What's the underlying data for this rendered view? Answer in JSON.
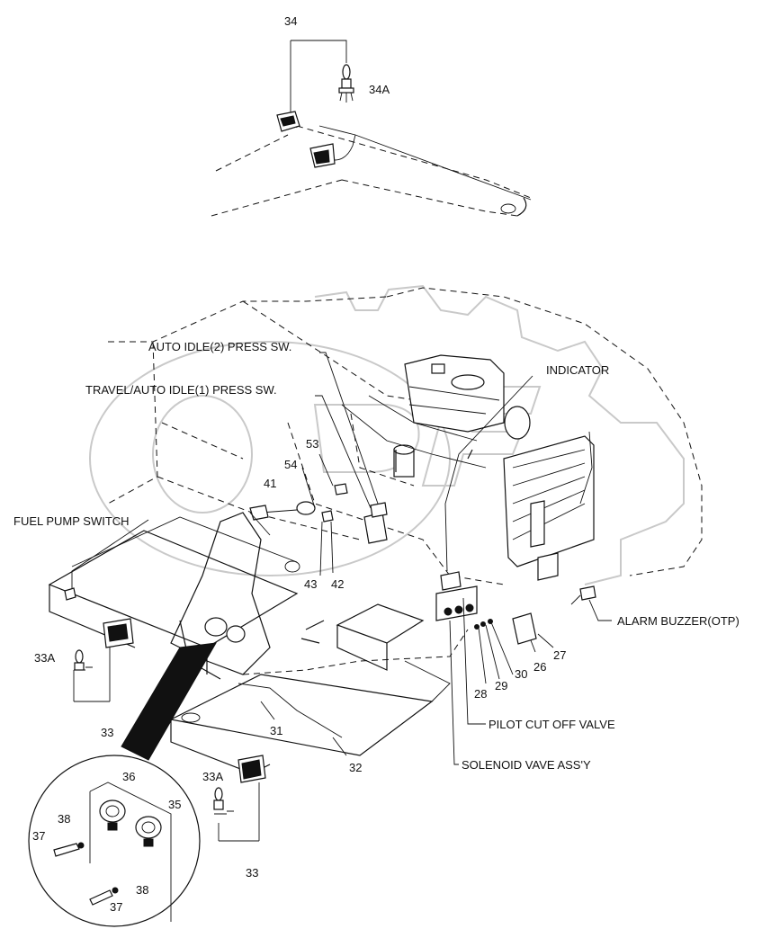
{
  "labels": {
    "auto_idle_2": "AUTO IDLE(2) PRESS SW.",
    "travel_auto_idle_1": "TRAVEL/AUTO IDLE(1) PRESS SW.",
    "indicator": "INDICATOR",
    "fuel_pump_switch": "FUEL PUMP SWITCH",
    "alarm_buzzer": "ALARM BUZZER(OTP)",
    "pilot_cut_off_valve": "PILOT CUT OFF VALVE",
    "solenoid_valve_assy": "SOLENOID VAVE ASS'Y"
  },
  "callouts": {
    "c34": "34",
    "c34a": "34A",
    "c53": "53",
    "c54": "54",
    "c41": "41",
    "c43": "43",
    "c42": "42",
    "c33a_left": "33A",
    "c33_left": "33",
    "c31": "31",
    "c32": "32",
    "c33a_bottom": "33A",
    "c33_bottom": "33",
    "c27": "27",
    "c26": "26",
    "c30": "30",
    "c29": "29",
    "c28": "28",
    "c36": "36",
    "c35": "35",
    "c38_top": "38",
    "c37_top": "37",
    "c38_bottom": "38",
    "c37_bottom": "37"
  },
  "colors": {
    "line": "#111111",
    "watermark": "#c9c9c9",
    "background": "#ffffff"
  }
}
